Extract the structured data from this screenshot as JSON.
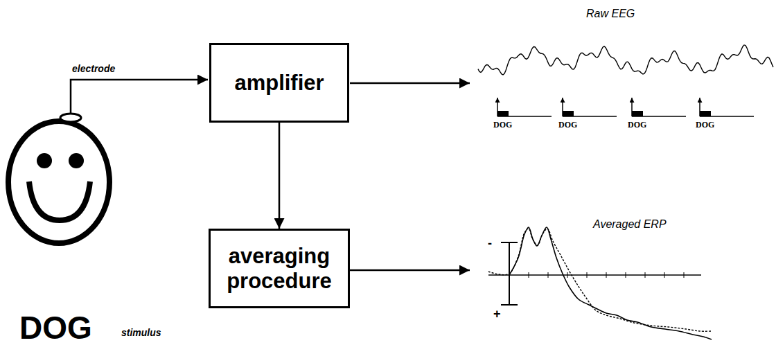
{
  "diagram": {
    "nodes": [
      {
        "text": [
          "amplifier"
        ]
      },
      {
        "text": [
          "averaging procedure"
        ]
      }
    ],
    "edges": [
      {
        "from": 0,
        "to": 1,
        "arrow": "to"
      }
    ],
    "labels": [
      "electrode",
      "DOG",
      "stimulus",
      "Raw EEG",
      "DOG",
      "DOG",
      "DOG",
      "DOG",
      "Averaged ERP",
      "-",
      "+"
    ]
  }
}
